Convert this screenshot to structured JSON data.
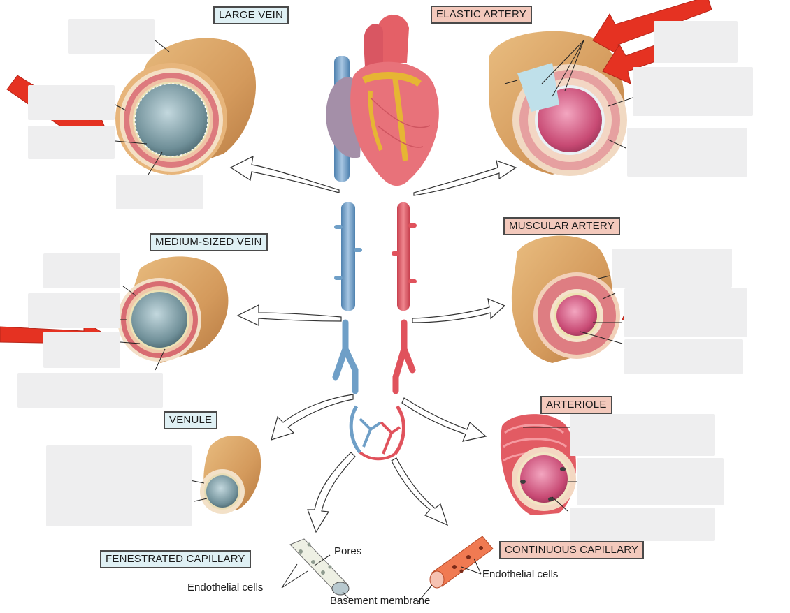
{
  "titles": {
    "large_vein": "LARGE VEIN",
    "elastic_artery": "ELASTIC ARTERY",
    "medium_vein": "MEDIUM-SIZED VEIN",
    "muscular_artery": "MUSCULAR ARTERY",
    "venule": "VENULE",
    "arteriole": "ARTERIOLE",
    "fenestrated_capillary": "FENESTRATED CAPILLARY",
    "continuous_capillary": "CONTINUOUS CAPILLARY"
  },
  "labels": {
    "pores": "Pores",
    "endothelial_cells_left": "Endothelial cells",
    "endothelial_cells_right": "Endothelial cells",
    "basement_membrane": "Basement membrane"
  },
  "colors": {
    "arrow_red": "#e53222",
    "vein_blue": "#6f9fc7",
    "artery_red": "#e0525c",
    "adventitia": "#d8a366",
    "label_vein_bg": "#dff0f4",
    "label_artery_bg": "#f3c9bc"
  }
}
